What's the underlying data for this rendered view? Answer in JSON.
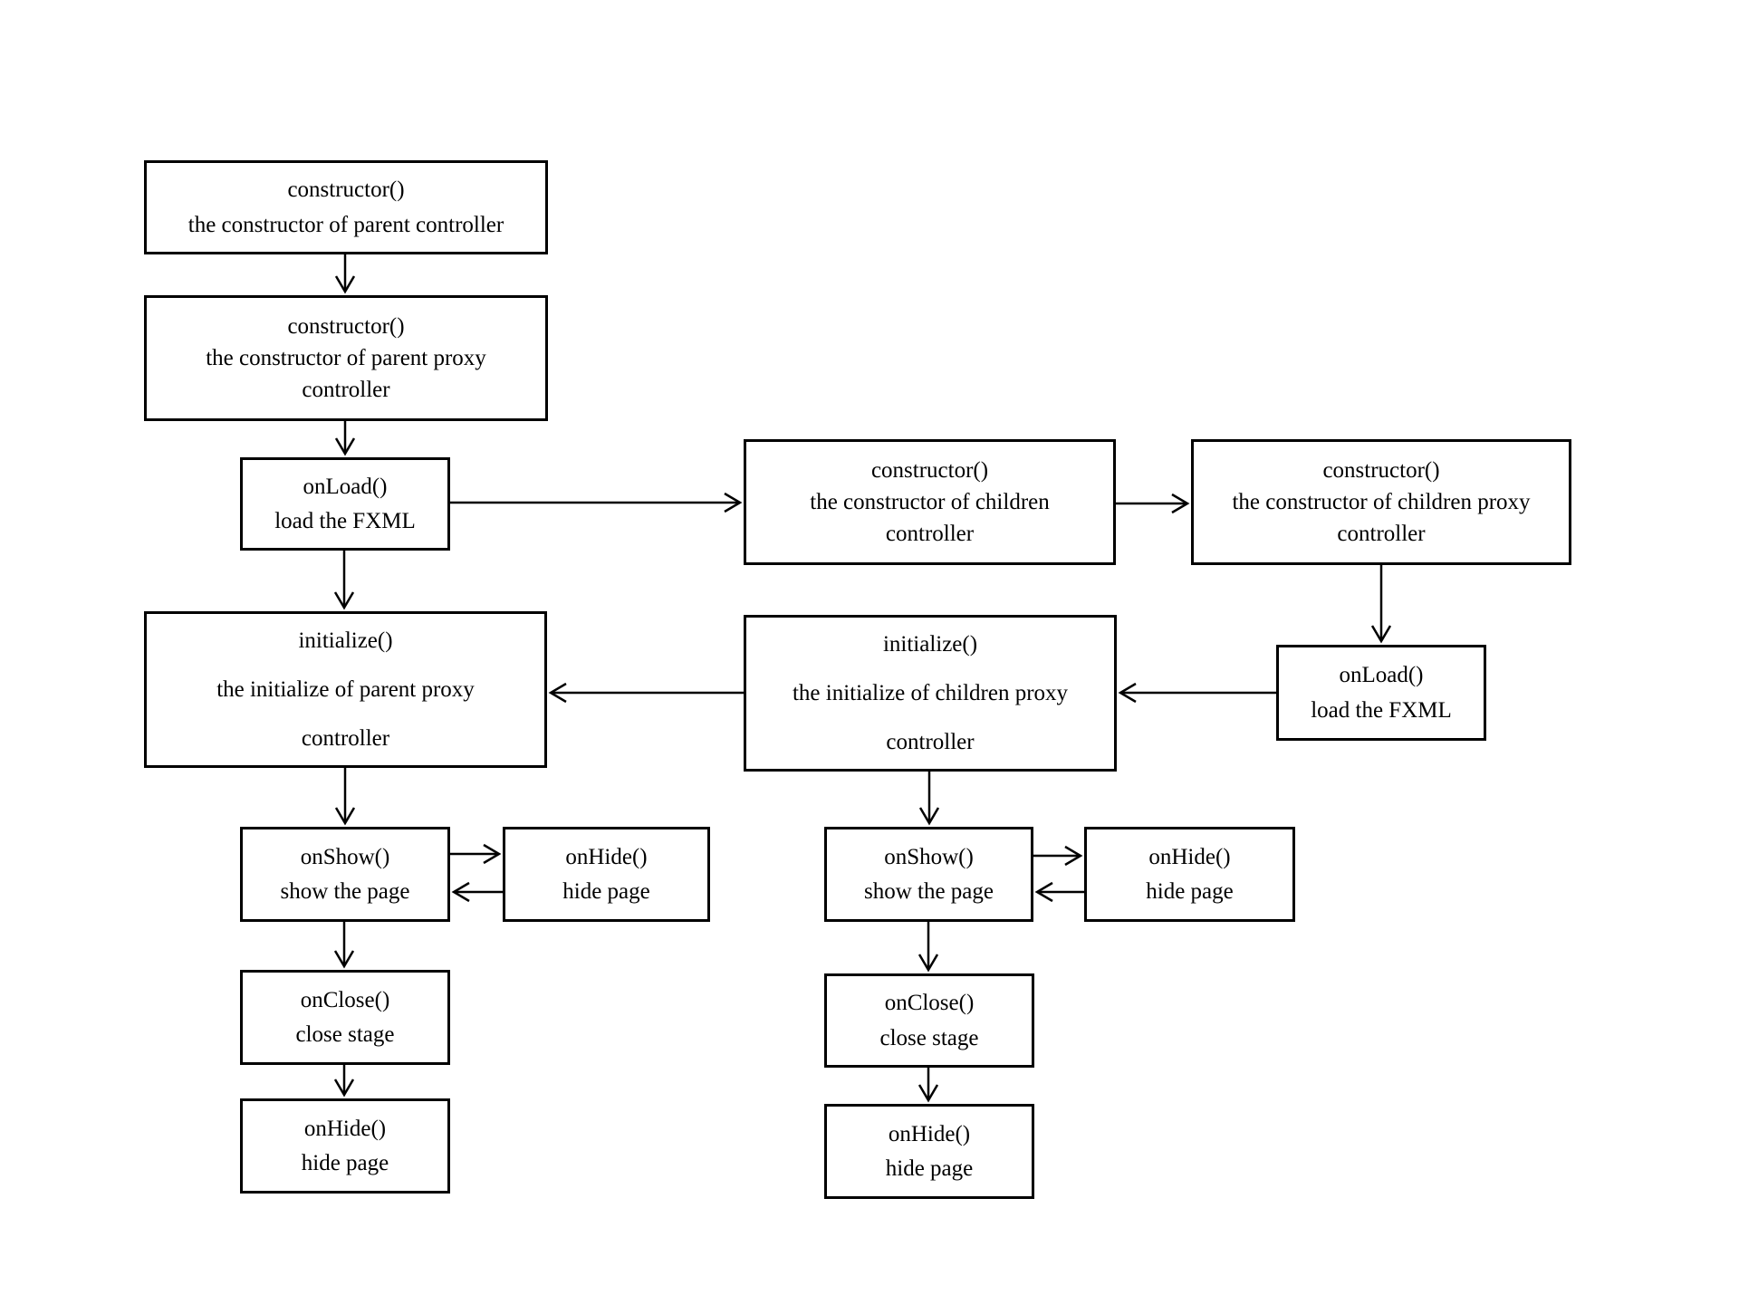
{
  "diagram": {
    "colors": {
      "background": "#ffffff",
      "stroke": "#000000",
      "text": "#000000"
    },
    "nodes": {
      "parent_constructor": {
        "lines": [
          "constructor()",
          "the constructor of parent controller"
        ]
      },
      "parent_proxy_constructor": {
        "lines": [
          "constructor()",
          "the constructor of parent proxy",
          "controller"
        ]
      },
      "parent_onload": {
        "lines": [
          "onLoad()",
          "load the FXML"
        ]
      },
      "parent_initialize": {
        "lines": [
          "initialize()",
          "the initialize of parent proxy",
          "controller"
        ]
      },
      "child_constructor": {
        "lines": [
          "constructor()",
          "the constructor of children",
          "controller"
        ]
      },
      "child_proxy_constructor": {
        "lines": [
          "constructor()",
          "the constructor of children proxy",
          "controller"
        ]
      },
      "child_onload": {
        "lines": [
          "onLoad()",
          "load the FXML"
        ]
      },
      "child_initialize": {
        "lines": [
          "initialize()",
          "the initialize of children proxy",
          "controller"
        ]
      },
      "parent_onshow": {
        "lines": [
          "onShow()",
          "show the page"
        ]
      },
      "parent_onhide_side": {
        "lines": [
          "onHide()",
          "hide page"
        ]
      },
      "parent_onclose": {
        "lines": [
          "onClose()",
          "close stage"
        ]
      },
      "parent_onhide_end": {
        "lines": [
          "onHide()",
          "hide page"
        ]
      },
      "child_onshow": {
        "lines": [
          "onShow()",
          "show the page"
        ]
      },
      "child_onhide_side": {
        "lines": [
          "onHide()",
          "hide page"
        ]
      },
      "child_onclose": {
        "lines": [
          "onClose()",
          "close stage"
        ]
      },
      "child_onhide_end": {
        "lines": [
          "onHide()",
          "hide page"
        ]
      }
    },
    "edges": [
      {
        "from": "parent_constructor",
        "to": "parent_proxy_constructor"
      },
      {
        "from": "parent_proxy_constructor",
        "to": "parent_onload"
      },
      {
        "from": "parent_onload",
        "to": "parent_initialize"
      },
      {
        "from": "parent_onload",
        "to": "child_constructor"
      },
      {
        "from": "child_constructor",
        "to": "child_proxy_constructor"
      },
      {
        "from": "child_proxy_constructor",
        "to": "child_onload"
      },
      {
        "from": "child_onload",
        "to": "child_initialize"
      },
      {
        "from": "child_initialize",
        "to": "parent_initialize"
      },
      {
        "from": "parent_initialize",
        "to": "parent_onshow"
      },
      {
        "from": "parent_onshow",
        "to": "parent_onhide_side"
      },
      {
        "from": "parent_onhide_side",
        "to": "parent_onshow"
      },
      {
        "from": "parent_onshow",
        "to": "parent_onclose"
      },
      {
        "from": "parent_onclose",
        "to": "parent_onhide_end"
      },
      {
        "from": "child_initialize",
        "to": "child_onshow"
      },
      {
        "from": "child_onshow",
        "to": "child_onhide_side"
      },
      {
        "from": "child_onhide_side",
        "to": "child_onshow"
      },
      {
        "from": "child_onshow",
        "to": "child_onclose"
      },
      {
        "from": "child_onclose",
        "to": "child_onhide_end"
      }
    ]
  }
}
